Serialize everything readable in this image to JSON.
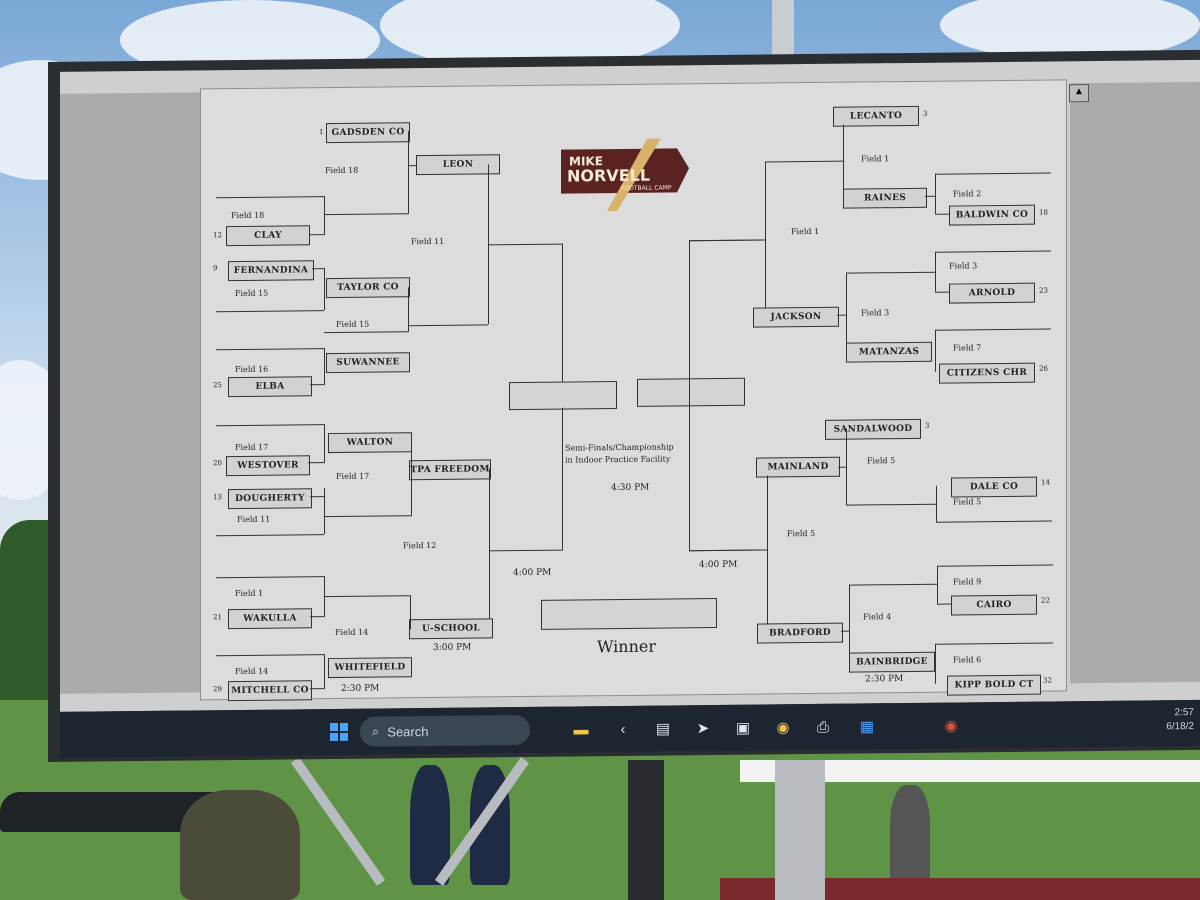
{
  "logo": {
    "line1": "MIKE",
    "line2": "NORVELL",
    "line3": "FOOTBALL CAMP"
  },
  "left_r1": [
    {
      "name": "GADSDEN CO",
      "seed": "1"
    },
    {
      "name": "CLAY",
      "seed": "12"
    },
    {
      "name": "FERNANDINA",
      "seed": "9"
    },
    {
      "name": "SUWANNEE",
      "seed": ""
    },
    {
      "name": "ELBA",
      "seed": "25"
    },
    {
      "name": "WALTON",
      "seed": ""
    },
    {
      "name": "WESTOVER",
      "seed": "20"
    },
    {
      "name": "DOUGHERTY",
      "seed": "13"
    },
    {
      "name": "WAKULLA",
      "seed": "21"
    },
    {
      "name": "MITCHELL CO",
      "seed": "29"
    }
  ],
  "left_r2": [
    "LEON",
    "TAYLOR CO",
    "TPA FREEDOM",
    "U-SCHOOL",
    "WHITEFIELD"
  ],
  "right_r1": [
    {
      "name": "LECANTO",
      "seed": "3"
    },
    {
      "name": "RAINES",
      "seed": ""
    },
    {
      "name": "BALDWIN CO",
      "seed": "18"
    },
    {
      "name": "ARNOLD",
      "seed": "23"
    },
    {
      "name": "MATANZAS",
      "seed": ""
    },
    {
      "name": "CITIZENS CHR",
      "seed": "26"
    },
    {
      "name": "SANDALWOOD",
      "seed": "3"
    },
    {
      "name": "DALE CO",
      "seed": "14"
    },
    {
      "name": "CAIRO",
      "seed": "22"
    },
    {
      "name": "BAINBRIDGE",
      "seed": ""
    },
    {
      "name": "KIPP BOLD CT",
      "seed": "32"
    }
  ],
  "right_r2": [
    "JACKSON",
    "MAINLAND",
    "BRADFORD"
  ],
  "fields": {
    "f18": "Field 18",
    "f15": "Field 15",
    "f16": "Field 16",
    "f17": "Field 17",
    "f11": "Field 11",
    "f1": "Field 1",
    "f14": "Field 14",
    "f12": "Field 12",
    "f2": "Field 2",
    "f3": "Field 3",
    "f7": "Field 7",
    "f5": "Field 5",
    "f9": "Field 9",
    "f4": "Field 4",
    "f6": "Field 6"
  },
  "center": {
    "semi_note_1": "Semi-Finals/Championship",
    "semi_note_2": "in Indoor Practice Facility",
    "time_430": "4:30 PM",
    "time_400_left": "4:00 PM",
    "time_400_right": "4:00 PM",
    "winner": "Winner"
  },
  "times": {
    "t300": "3:00 PM",
    "t230a": "2:30 PM",
    "t230b": "2:30 PM"
  },
  "taskbar": {
    "search_placeholder": "Search",
    "clock_time": "2:57",
    "clock_date": "6/18/2"
  }
}
